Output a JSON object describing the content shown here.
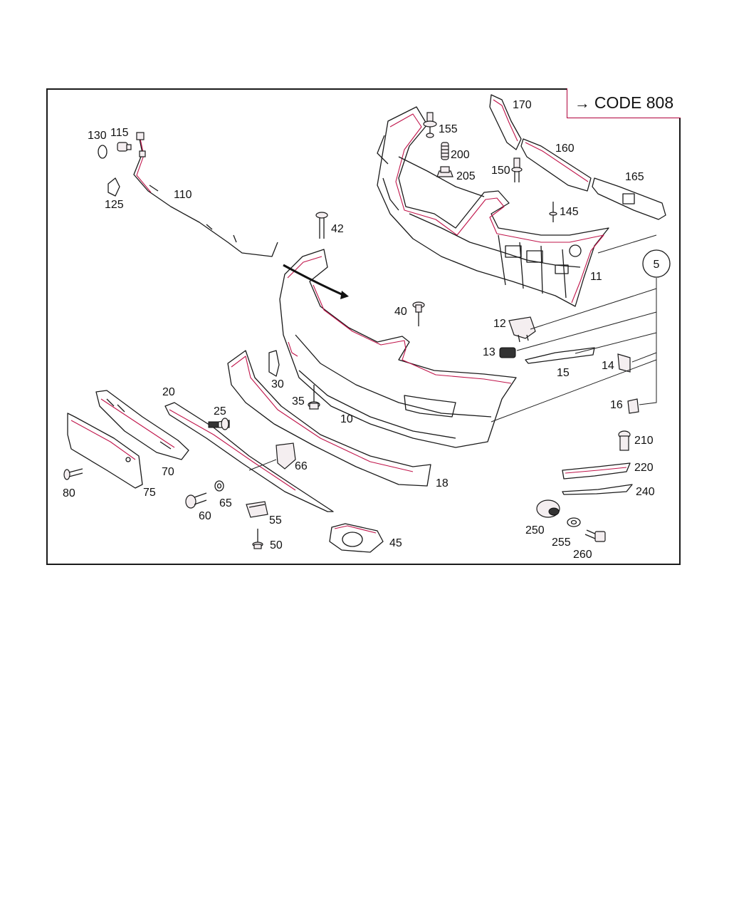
{
  "code_badge": {
    "text": "CODE 808",
    "arrow_icon": "right-arrow-icon"
  },
  "callout": "5",
  "labels": {
    "p10": "10",
    "p11": "11",
    "p12": "12",
    "p13": "13",
    "p14": "14",
    "p15": "15",
    "p16": "16",
    "p18": "18",
    "p20": "20",
    "p25": "25",
    "p30": "30",
    "p35": "35",
    "p40": "40",
    "p42": "42",
    "p45": "45",
    "p50": "50",
    "p55": "55",
    "p60": "60",
    "p65": "65",
    "p66": "66",
    "p70": "70",
    "p75": "75",
    "p80": "80",
    "p110": "110",
    "p115": "115",
    "p125": "125",
    "p130": "130",
    "p145": "145",
    "p150": "150",
    "p155": "155",
    "p160": "160",
    "p165": "165",
    "p170": "170",
    "p200": "200",
    "p205": "205",
    "p210": "210",
    "p220": "220",
    "p240": "240",
    "p250": "250",
    "p255": "255",
    "p260": "260"
  },
  "colors": {
    "outline": "#1a1a1a",
    "accent": "#c0144a"
  }
}
